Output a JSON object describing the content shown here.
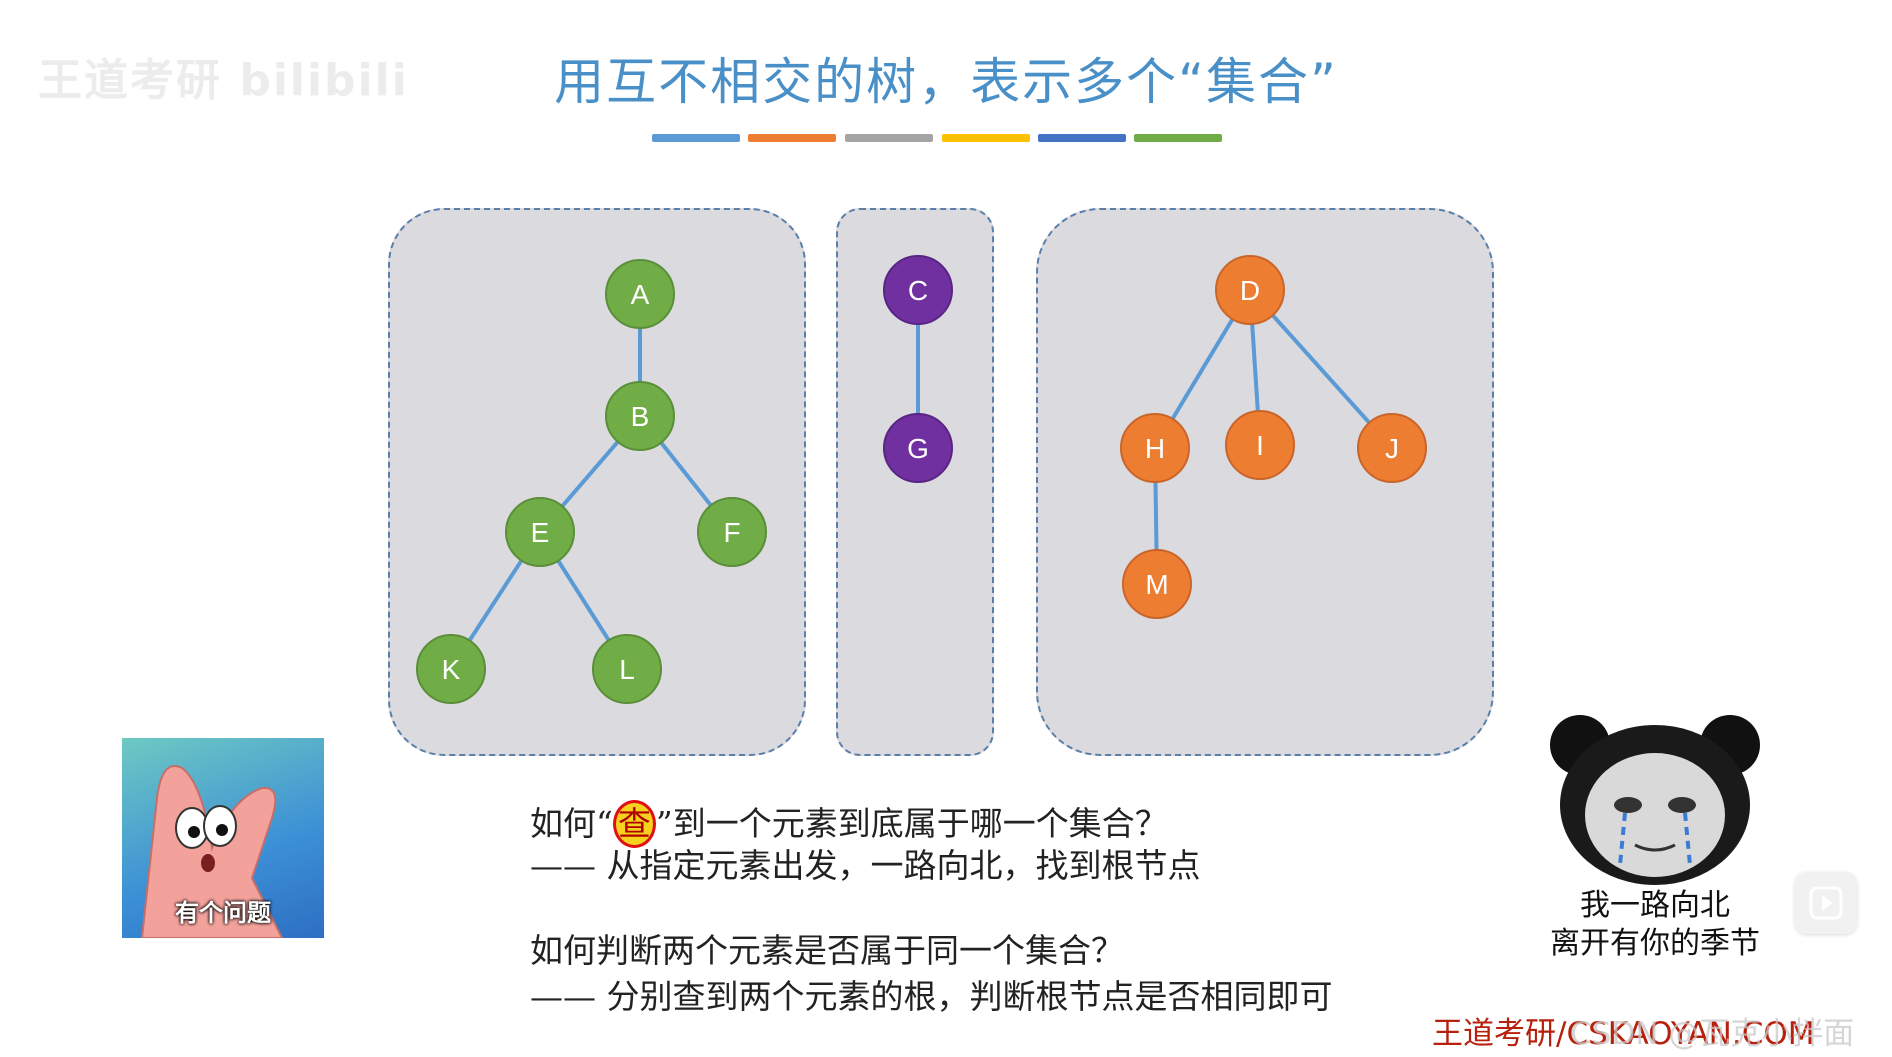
{
  "watermark": {
    "text": "王道考研 bilibili"
  },
  "slide": {
    "title": "用互不相交的树，表示多个“集合”",
    "color_bar": [
      "#5b9bd5",
      "#ed7d31",
      "#a5a5a5",
      "#ffc000",
      "#4472c4",
      "#70ad47"
    ]
  },
  "trees": {
    "tree1": {
      "color": "#70ad47",
      "nodes": [
        "A",
        "B",
        "E",
        "F",
        "K",
        "L"
      ]
    },
    "tree2": {
      "color": "#7030a0",
      "nodes": [
        "C",
        "G"
      ]
    },
    "tree3": {
      "color": "#ed7d31",
      "nodes": [
        "D",
        "H",
        "I",
        "J",
        "M"
      ]
    },
    "edge_color": "#5b9bd5"
  },
  "questions": {
    "q1_prefix": "如何“",
    "q1_highlight": "查",
    "q1_suffix": "”到一个元素到底属于哪一个集合？",
    "a1": "—— 从指定元素出发，一路向北，找到根节点",
    "q2": "如何判断两个元素是否属于同一个集合？",
    "a2": "—— 分别查到两个元素的根，判断根节点是否相同即可"
  },
  "memes": {
    "left_caption": "有个问题",
    "right_line1": "我一路向北",
    "right_line2": "离开有你的季节"
  },
  "footer": {
    "site": "王道考研/CSKAOYAN.COM",
    "csdn": "CSDN @瓦克小拌面"
  },
  "icons": {
    "play": "play-icon"
  }
}
